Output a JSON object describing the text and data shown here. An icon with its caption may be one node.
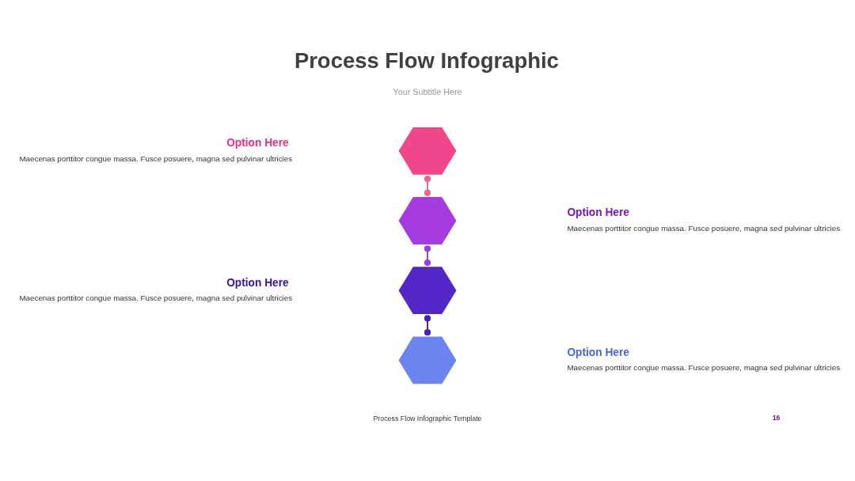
{
  "diagram": {
    "title": "Process Flow Infographic",
    "nodes": [
      {
        "text": [],
        "shape": "hexagon",
        "beside": [
          "Option Here",
          "Maecenas porttitor congue massa. Fusce posuere, magna sed pulvinar ultricies"
        ]
      },
      {
        "text": [],
        "shape": "hexagon",
        "beside": [
          "Option Here",
          "Maecenas porttitor congue massa. Fusce posuere, magna sed pulvinar ultricies"
        ]
      },
      {
        "text": [],
        "shape": "hexagon",
        "beside": [
          "Option Here",
          "Maecenas porttitor congue massa. Fusce posuere, magna sed pulvinar ultricies"
        ]
      },
      {
        "text": [],
        "shape": "hexagon",
        "beside": [
          "Option Here",
          "Maecenas porttitor congue massa. Fusce posuere, magna sed pulvinar ultricies"
        ]
      }
    ],
    "edges": [
      {
        "from": 0,
        "to": 1,
        "arrow": "other",
        "color": "#f0609a"
      },
      {
        "from": 1,
        "to": 2,
        "arrow": "other",
        "color": "#9b3fd8"
      },
      {
        "from": 2,
        "to": 3,
        "arrow": "other",
        "color": "#4a22b0"
      }
    ],
    "labels": [
      "Your Subtitle Here",
      "Process Flow Infographic Template",
      "16"
    ]
  }
}
